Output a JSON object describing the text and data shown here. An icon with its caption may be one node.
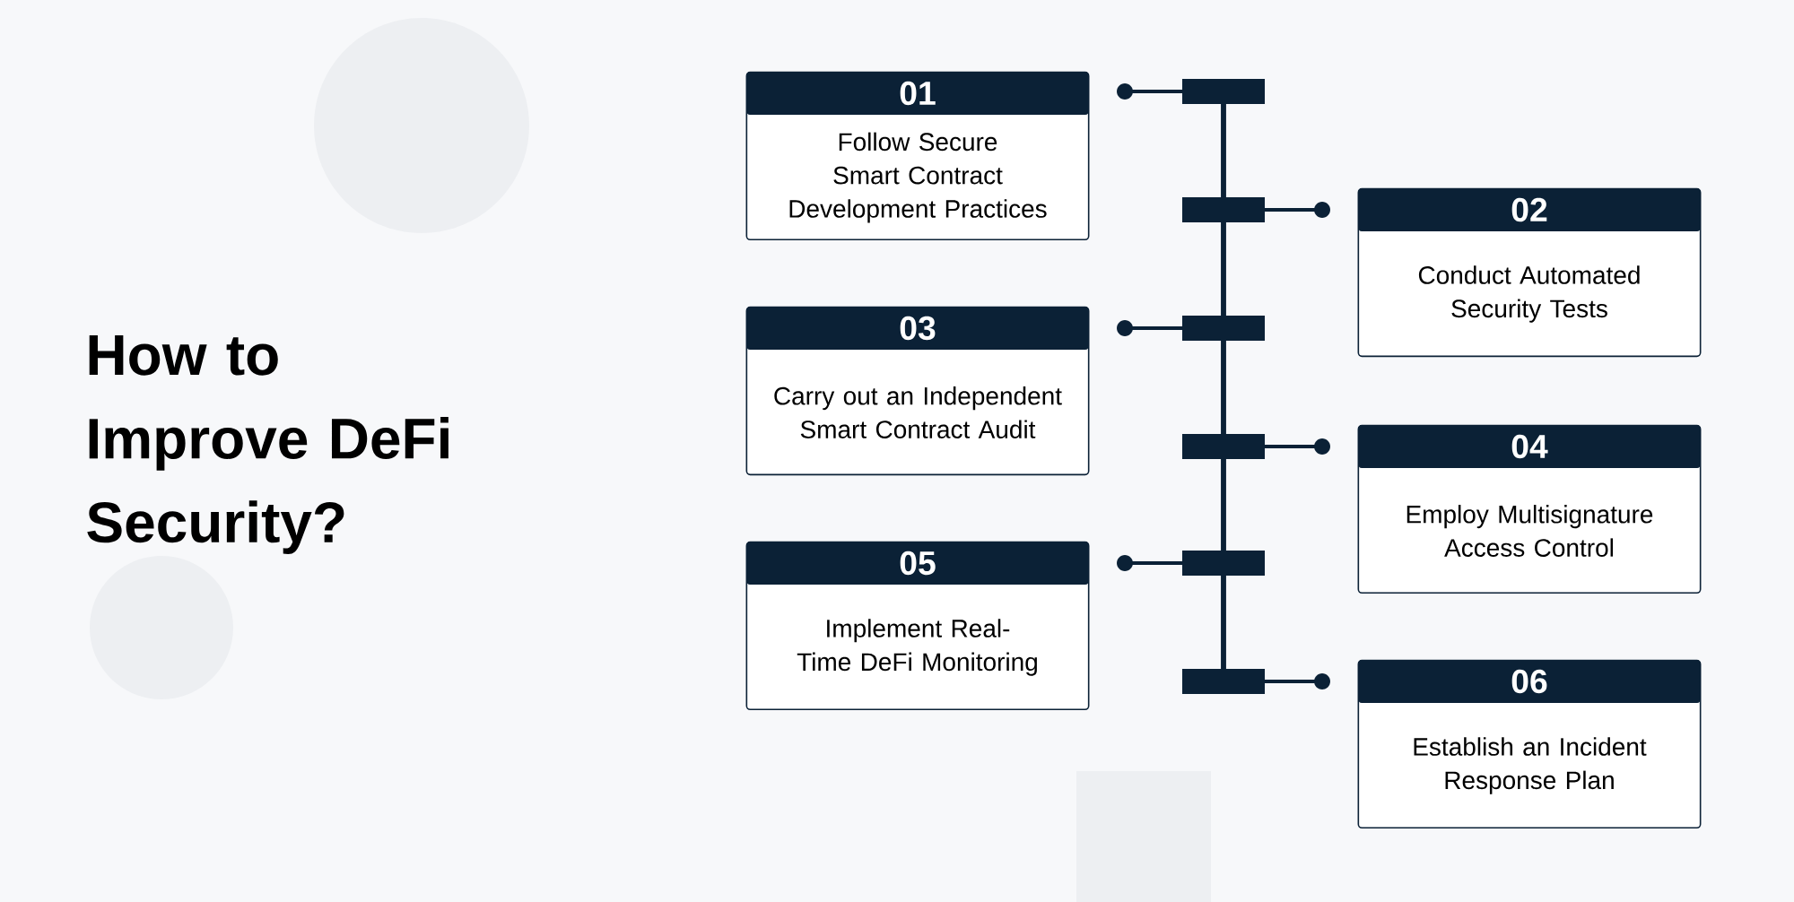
{
  "diagram": {
    "title": "How to Improve DeFi Security?",
    "nodes": [
      {
        "text": [
          "01",
          "Follow Secure Smart Contract Development Practices"
        ]
      },
      {
        "text": [
          "02",
          "Conduct Automated Security Tests"
        ]
      },
      {
        "text": [
          "03",
          "Carry out an Independent Smart Contract Audit"
        ]
      },
      {
        "text": [
          "04",
          "Employ Multisignature Access Control"
        ]
      },
      {
        "text": [
          "05",
          "Implement Real-Time DeFi Monitoring"
        ]
      },
      {
        "text": [
          "06",
          "Establish an Incident Response Plan"
        ]
      }
    ]
  }
}
